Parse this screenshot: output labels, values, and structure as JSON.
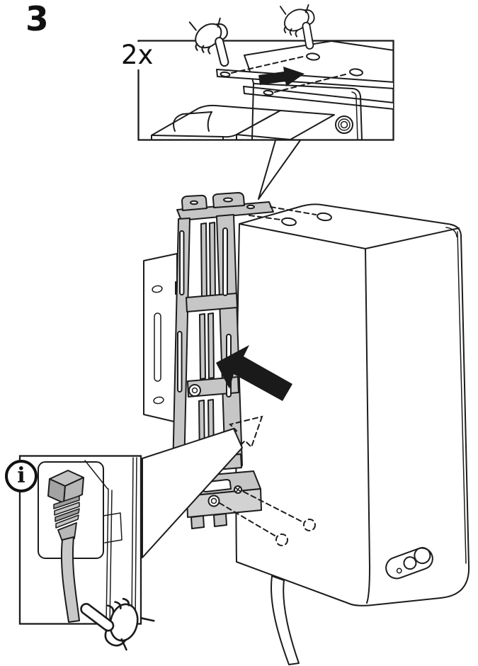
{
  "step": {
    "number": "3"
  },
  "top_inset": {
    "quantity_label": "2x"
  },
  "info_inset": {
    "icon_glyph": "i"
  },
  "icons": {
    "info_badge": "circle-i-icon",
    "hands": "pointing-hand-icon",
    "insertion_arrow": "solid-arrow-icon",
    "routing_arrow": "dashed-outline-arrow-icon"
  },
  "colors": {
    "line": "#1c1c1c",
    "background": "#ffffff",
    "bracket_fill": "#c6c6c6",
    "bracket_front_fill": "#d2d2d2",
    "arrow_fill": "#1a1a1a",
    "plug_top": "#c2c2c2",
    "plug_left": "#a3a3a3",
    "plug_right": "#b7b7b7",
    "rib_light": "#c6c6c6",
    "rib_dark": "#9e9e9e",
    "cable_fill": "#c9c9c9"
  }
}
